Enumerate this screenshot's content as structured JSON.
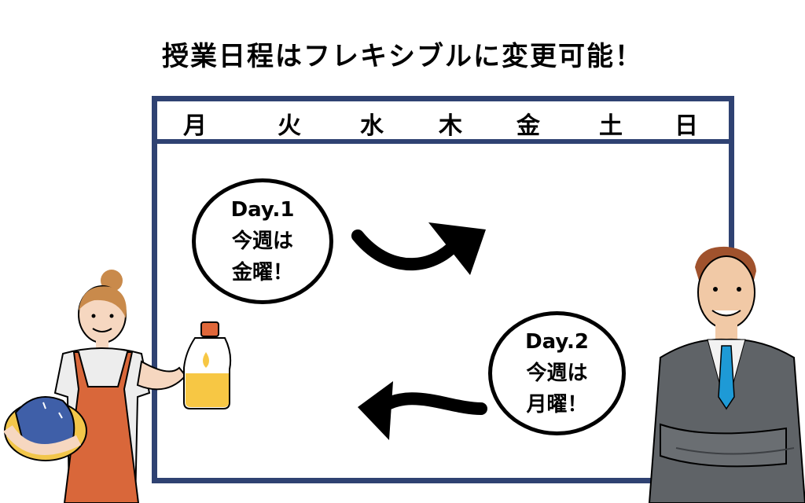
{
  "title": "授業日程はフレキシブルに変更可能！",
  "weekdays": [
    "月",
    "火",
    "水",
    "木",
    "金",
    "土",
    "日"
  ],
  "bubble1": {
    "line1": "Day.1",
    "line2": "今週は",
    "line3": "金曜！"
  },
  "bubble2": {
    "line1": "Day.2",
    "line2": "今週は",
    "line3": "月曜！"
  },
  "colors": {
    "board_border": "#2f4272",
    "apron": "#d9673a",
    "suit": "#5f6367",
    "tie": "#1e9ad6",
    "bottle": "#f7c744"
  },
  "icons": [
    "arrow-right-icon",
    "arrow-left-icon",
    "woman-with-laundry-illustration",
    "detergent-bottle-icon",
    "businessman-illustration"
  ]
}
